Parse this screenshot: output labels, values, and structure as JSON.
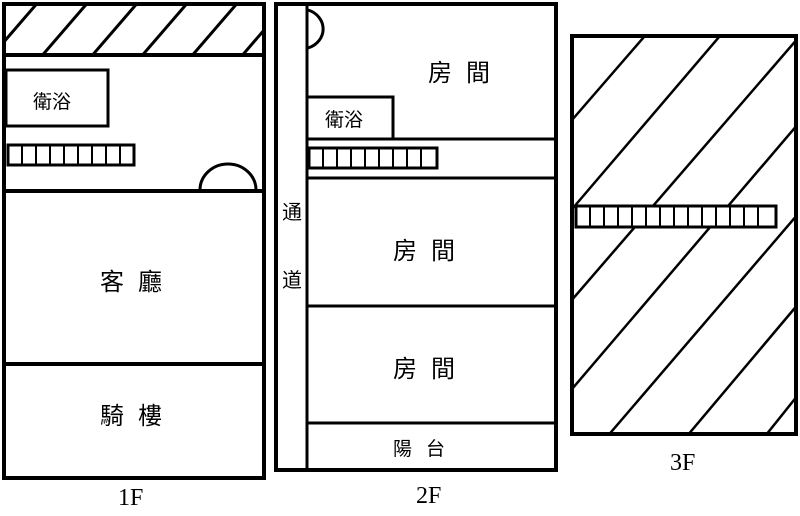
{
  "floors": {
    "f1": {
      "label": "1F",
      "rooms": {
        "bath": "衛浴",
        "living": "客廳",
        "arcade": "騎樓"
      }
    },
    "f2": {
      "label": "2F",
      "corridor": [
        "通",
        "道"
      ],
      "rooms": {
        "room_top": "房間",
        "bath": "衛浴",
        "room_mid": "房間",
        "room_low": "房間",
        "balcony": "陽台"
      }
    },
    "f3": {
      "label": "3F"
    }
  }
}
